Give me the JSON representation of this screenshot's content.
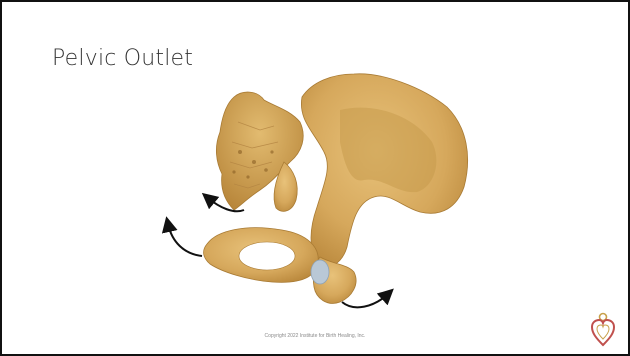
{
  "slide": {
    "title": "Pelvic Outlet",
    "copyright": "Copyright 2022 Institute for Birth Healing, Inc.",
    "illustration": "pelvic-bone-illustration",
    "arrows": [
      "arrow-upper-left",
      "arrow-left",
      "arrow-lower-right"
    ],
    "logo": "heart-logo-icon",
    "colors": {
      "bone": "#d6a85c",
      "bone_shadow": "#b8863a",
      "bone_highlight": "#e8c27a",
      "cartilage": "#b9c8d6",
      "arrow": "#111111",
      "logo": "#c0504d"
    }
  }
}
